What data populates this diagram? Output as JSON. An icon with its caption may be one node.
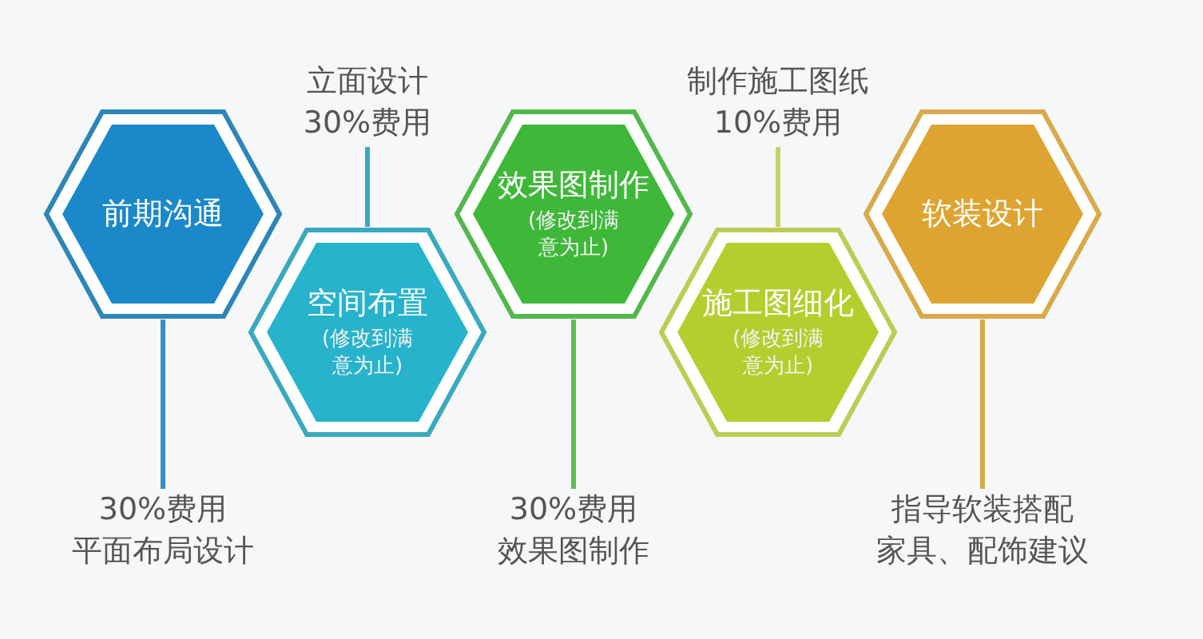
{
  "diagram": {
    "nodes": [
      {
        "text": [
          "立面设计",
          "30%费用"
        ]
      },
      {
        "text": [
          "制作施工图纸",
          "10%费用"
        ]
      },
      {
        "text": [
          "前期沟通"
        ]
      },
      {
        "text": [
          "效果图制作",
          "(修改到满意为止)"
        ]
      },
      {
        "text": [
          "软装设计"
        ]
      },
      {
        "text": [
          "空间布置",
          "(修改到满意为止)"
        ]
      },
      {
        "text": [
          "施工图细化",
          "(修改到满意为止)"
        ]
      },
      {
        "text": [
          "30%费用",
          "平面布局设计"
        ]
      },
      {
        "text": [
          "30%费用",
          "效果图制作"
        ]
      },
      {
        "text": [
          "指导软装搭配",
          "家具、配饰建议"
        ]
      }
    ],
    "edges": [
      {
        "from": 0,
        "to": 5,
        "arrow": "none",
        "color": "#3aa9c0"
      },
      {
        "from": 1,
        "to": 6,
        "arrow": "none",
        "color": "#c9cf6a"
      },
      {
        "from": 7,
        "to": 2,
        "arrow": "none",
        "color": "#3b8fc0"
      },
      {
        "from": 8,
        "to": 3,
        "arrow": "none",
        "color": "#5cbf52"
      },
      {
        "from": 9,
        "to": 4,
        "arrow": "none",
        "color": "#d8aa4a"
      }
    ]
  }
}
